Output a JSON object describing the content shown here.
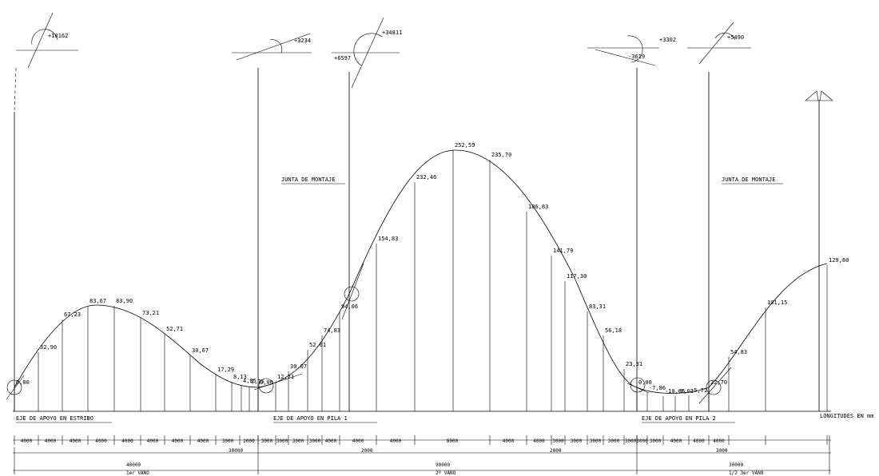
{
  "ordinates": [
    "0,00",
    "32,90",
    "67,23",
    "83,67",
    "83,90",
    "73,21",
    "52,71",
    "30,67",
    "17,29",
    "8,13",
    "4,85",
    "2,75",
    "0,00",
    "12,21",
    "30,07",
    "52,61",
    "74,83",
    "94,06",
    "154,83",
    "232,46",
    "252,59",
    "235,70",
    "186,83",
    "141,79",
    "117,30",
    "83,31",
    "56,18",
    "23,31",
    "0,00",
    "-7,86",
    "-10,85",
    "-9,02",
    "-5,71",
    "22,70",
    "54,83",
    "101,15",
    "129,80"
  ],
  "angles": [
    "+10162",
    "+3234",
    "+34811",
    "+6597",
    "+3302",
    "-3619",
    "+5490"
  ],
  "labels": {
    "support_abutment": "EJE DE APOYO EN ESTRIBO",
    "support_pier1": "EJE DE APOYO EN PILA 1",
    "support_pier2": "EJE DE APOYO EN PILA 2",
    "joint_left": "JUNTA DE MONTAJE",
    "joint_right": "JUNTA DE MONTAJE",
    "units": "LONGITUDES EN mm"
  },
  "segments": [
    "4000",
    "4000",
    "4000",
    "4000",
    "4000",
    "4000",
    "4000",
    "4000",
    "3000",
    "2000",
    "3000",
    "3000",
    "3000",
    "3000",
    "4000",
    "4000",
    "4000",
    "8000",
    "4000",
    "4000",
    "3000",
    "3000",
    "3000",
    "3000",
    "3000",
    "3000",
    "3000",
    "4000",
    "4000",
    "4000"
  ],
  "subtotals": [
    "30000",
    "2000",
    "2000",
    "3000"
  ],
  "spans": [
    {
      "length": "40000",
      "name": "1er VANO"
    },
    {
      "length": "90000",
      "name": "2º VANO"
    },
    {
      "length": "30000",
      "name": "1/2 3er VANO"
    }
  ],
  "colors": {
    "ink": "#000000",
    "paper": "#ffffff"
  }
}
